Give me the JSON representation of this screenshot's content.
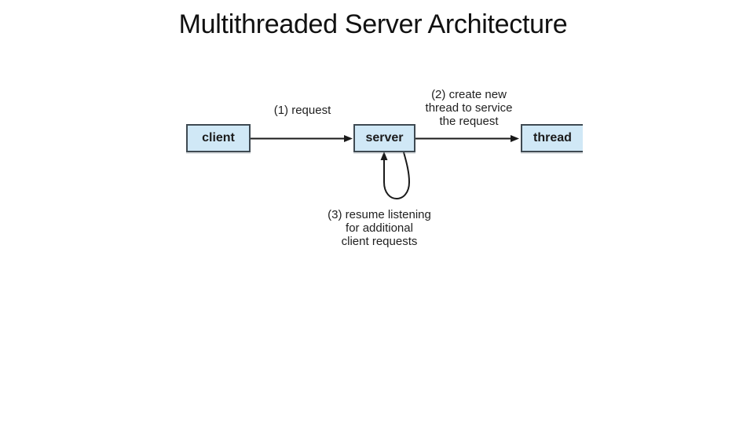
{
  "slide": {
    "title": "Multithreaded Server Architecture"
  },
  "diagram": {
    "boxes": [
      {
        "id": "client",
        "label": "client"
      },
      {
        "id": "server",
        "label": "server"
      },
      {
        "id": "thread",
        "label": "thread"
      }
    ],
    "annotations": {
      "step1": "(1) request",
      "step2": "(2) create new\nthread to service\nthe request",
      "step3": "(3) resume listening\nfor additional\nclient requests"
    },
    "colors": {
      "box_fill": "#d0e8f6",
      "box_border": "#3f4a52",
      "line": "#1a1a1a",
      "text": "#1f1f1f",
      "title_text": "#111111"
    }
  }
}
